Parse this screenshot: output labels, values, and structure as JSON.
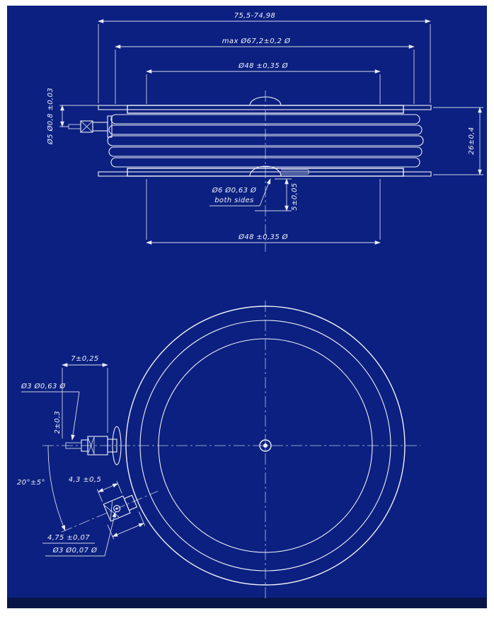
{
  "sheet": {
    "background": "#0b2080",
    "footer_band": "#081647",
    "line_color": "#eef0f6",
    "text_color": "#f0f2fa"
  },
  "side_view": {
    "dimensions": {
      "overall_width": "75,5-74,98",
      "max_diameter": "max Ø67,2±0,2 Ø",
      "anode_pole_diameter": "Ø48 ±0,35 Ø",
      "cathode_pole_diameter": "Ø48 ±0,35 Ø",
      "height": "26±0,4",
      "gate_terminal_offset": "Ø5 Ø0,8 ±0,03",
      "center_recess": "Ø6 Ø0,63 Ø",
      "center_recess_note": "both sides",
      "lead_position": "5±0,05"
    }
  },
  "plan_view": {
    "dimensions": {
      "terminal_length": "7±0,25",
      "gate_pin_diameter": "Ø3 Ø0,63 Ø",
      "pin_offset": "2±0,3",
      "gate_angle": "20°±5°",
      "tab_width": "4,3 ±0,5",
      "tab_length": "4,75 ±0,07",
      "tab_hole_diameter": "Ø3 Ø0,07 Ø"
    }
  }
}
